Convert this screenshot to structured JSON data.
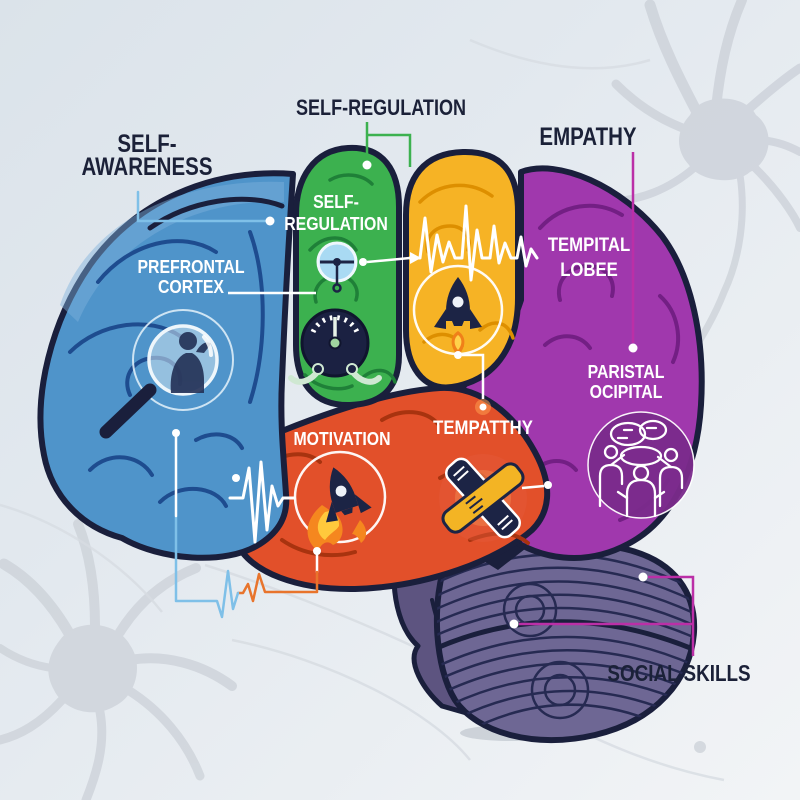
{
  "titles": {
    "self_awareness": {
      "line1": "SELF-",
      "line2": "AWARENESS"
    },
    "self_regulation": "SELF-REGULATION",
    "empathy": "EMPATHY",
    "social_skills": "SOCIAL SKILLS"
  },
  "region_labels": {
    "prefrontal_cortex": {
      "line1": "PREFRONTAL",
      "line2": "CORTEX"
    },
    "self_regulation": {
      "line1": "SELF-",
      "line2": "REGULATION"
    },
    "tempital_lobee": {
      "line1": "TEMPITAL",
      "line2": "LOBEE"
    },
    "paristal_ocipital": {
      "line1": "PARISTAL",
      "line2": "OCIPITAL"
    },
    "motivation": "MOTIVATION",
    "tempatthy": "TEMPATTHY"
  },
  "icons": {
    "prefrontal_cortex": "magnifier-person",
    "self_regulation": "pressure-gauge-and-dial",
    "parietal_yellow": "heartbeat-and-rocket",
    "motivation": "rocket-with-flames",
    "tempatthy": "handshake",
    "paristal_ocipital": "group-discussion",
    "social_skills": "cerebellum-pointers"
  },
  "colors": {
    "background_top": "#dbe3ea",
    "background_bottom": "#f2f4f6",
    "outline_navy": "#1a1f3c",
    "title_text": "#1b2138",
    "label_text": "#ffffff",
    "frontal_lobe_blue": "#4f94ca",
    "self_regulation_green": "#3cb14f",
    "parietal_yellow": "#f6b325",
    "temporal_purple": "#a038ad",
    "motivation_red": "#e2502a",
    "cerebellum_gray_purple": "#6e6794",
    "brainstem_purple": "#5d5480",
    "connector_blue": "#7fc0e8",
    "connector_green": "#3cb14f",
    "connector_magenta": "#bb2fa7",
    "connector_orange": "#e8742c",
    "neuron_gray": "#c9ced6"
  }
}
